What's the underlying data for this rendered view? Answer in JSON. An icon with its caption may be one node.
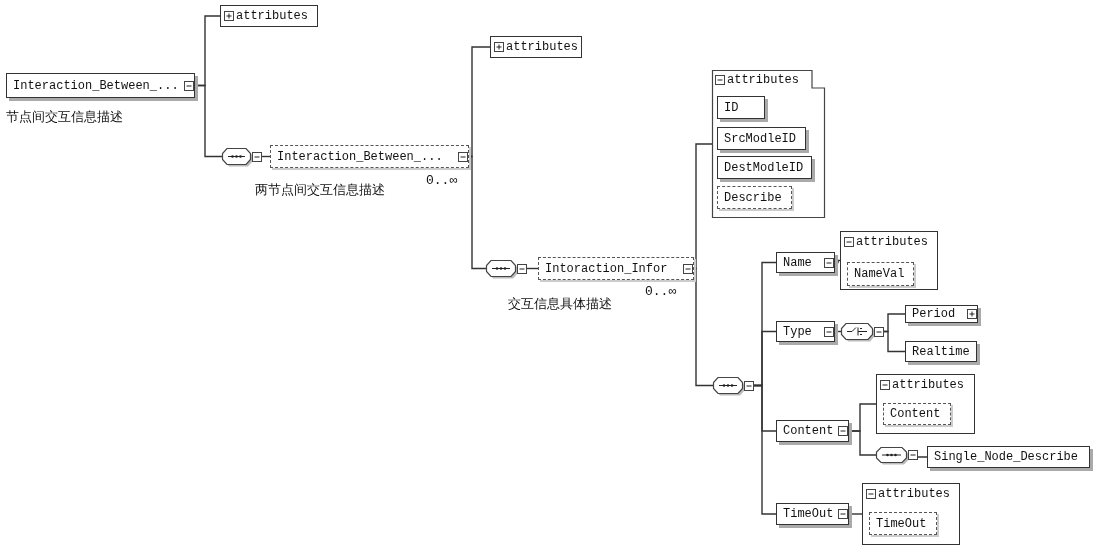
{
  "diagram": {
    "nodes": [
      {
        "text": [
          "Interaction_Between_..."
        ],
        "beside": [
          "节点间交互信息描述"
        ]
      },
      {
        "text": [
          "attributes"
        ]
      },
      {
        "text": [],
        "shape": "octagon"
      },
      {
        "text": [
          "Interaction_Between_..."
        ],
        "beside": [
          "两节点间交互信息描述",
          "0..∞"
        ]
      },
      {
        "text": [
          "attributes"
        ]
      },
      {
        "text": [],
        "shape": "octagon"
      },
      {
        "text": [
          "Intoraction_Infor"
        ],
        "beside": [
          "交互信息具体描述",
          "0..∞"
        ]
      },
      {
        "text": [
          "attributes"
        ]
      },
      {
        "text": [
          "ID"
        ],
        "in": 7
      },
      {
        "text": [
          "SrcModleID"
        ],
        "in": 7
      },
      {
        "text": [
          "DestModleID"
        ],
        "in": 7
      },
      {
        "text": [
          "Describe"
        ],
        "in": 7
      },
      {
        "text": [],
        "shape": "octagon"
      },
      {
        "text": [
          "Name"
        ]
      },
      {
        "text": [
          "attributes"
        ]
      },
      {
        "text": [
          "NameVal"
        ],
        "in": 14
      },
      {
        "text": [
          "Type"
        ]
      },
      {
        "text": [],
        "shape": "octagon"
      },
      {
        "text": [
          "Period"
        ]
      },
      {
        "text": [
          "Realtime"
        ]
      },
      {
        "text": [
          "Content"
        ]
      },
      {
        "text": [
          "attributes"
        ]
      },
      {
        "text": [
          "Content"
        ],
        "in": 21
      },
      {
        "text": [],
        "shape": "octagon"
      },
      {
        "text": [
          "Single_Node_Describe"
        ]
      },
      {
        "text": [
          "TimeOut"
        ]
      },
      {
        "text": [
          "attributes"
        ]
      },
      {
        "text": [
          "TimeOut"
        ],
        "in": 26
      }
    ],
    "edges": [
      {
        "from": 0,
        "to": 1,
        "arrow": "none"
      },
      {
        "from": 0,
        "to": 2,
        "arrow": "none"
      },
      {
        "from": 2,
        "to": 3,
        "arrow": "none"
      },
      {
        "from": 3,
        "to": 4,
        "arrow": "none"
      },
      {
        "from": 3,
        "to": 5,
        "arrow": "none"
      },
      {
        "from": 5,
        "to": 6,
        "arrow": "none"
      },
      {
        "from": 6,
        "to": 7,
        "arrow": "none"
      },
      {
        "from": 6,
        "to": 12,
        "arrow": "none"
      },
      {
        "from": 12,
        "to": 13,
        "arrow": "none"
      },
      {
        "from": 12,
        "to": 16,
        "arrow": "none"
      },
      {
        "from": 12,
        "to": 20,
        "arrow": "none"
      },
      {
        "from": 12,
        "to": 25,
        "arrow": "none"
      },
      {
        "from": 13,
        "to": 14,
        "arrow": "none"
      },
      {
        "from": 16,
        "to": 17,
        "arrow": "none"
      },
      {
        "from": 17,
        "to": 18,
        "arrow": "none"
      },
      {
        "from": 17,
        "to": 19,
        "arrow": "none"
      },
      {
        "from": 20,
        "to": 21,
        "arrow": "none"
      },
      {
        "from": 20,
        "to": 23,
        "arrow": "none"
      },
      {
        "from": 23,
        "to": 24,
        "arrow": "none"
      },
      {
        "from": 25,
        "to": 26,
        "arrow": "none"
      }
    ]
  }
}
